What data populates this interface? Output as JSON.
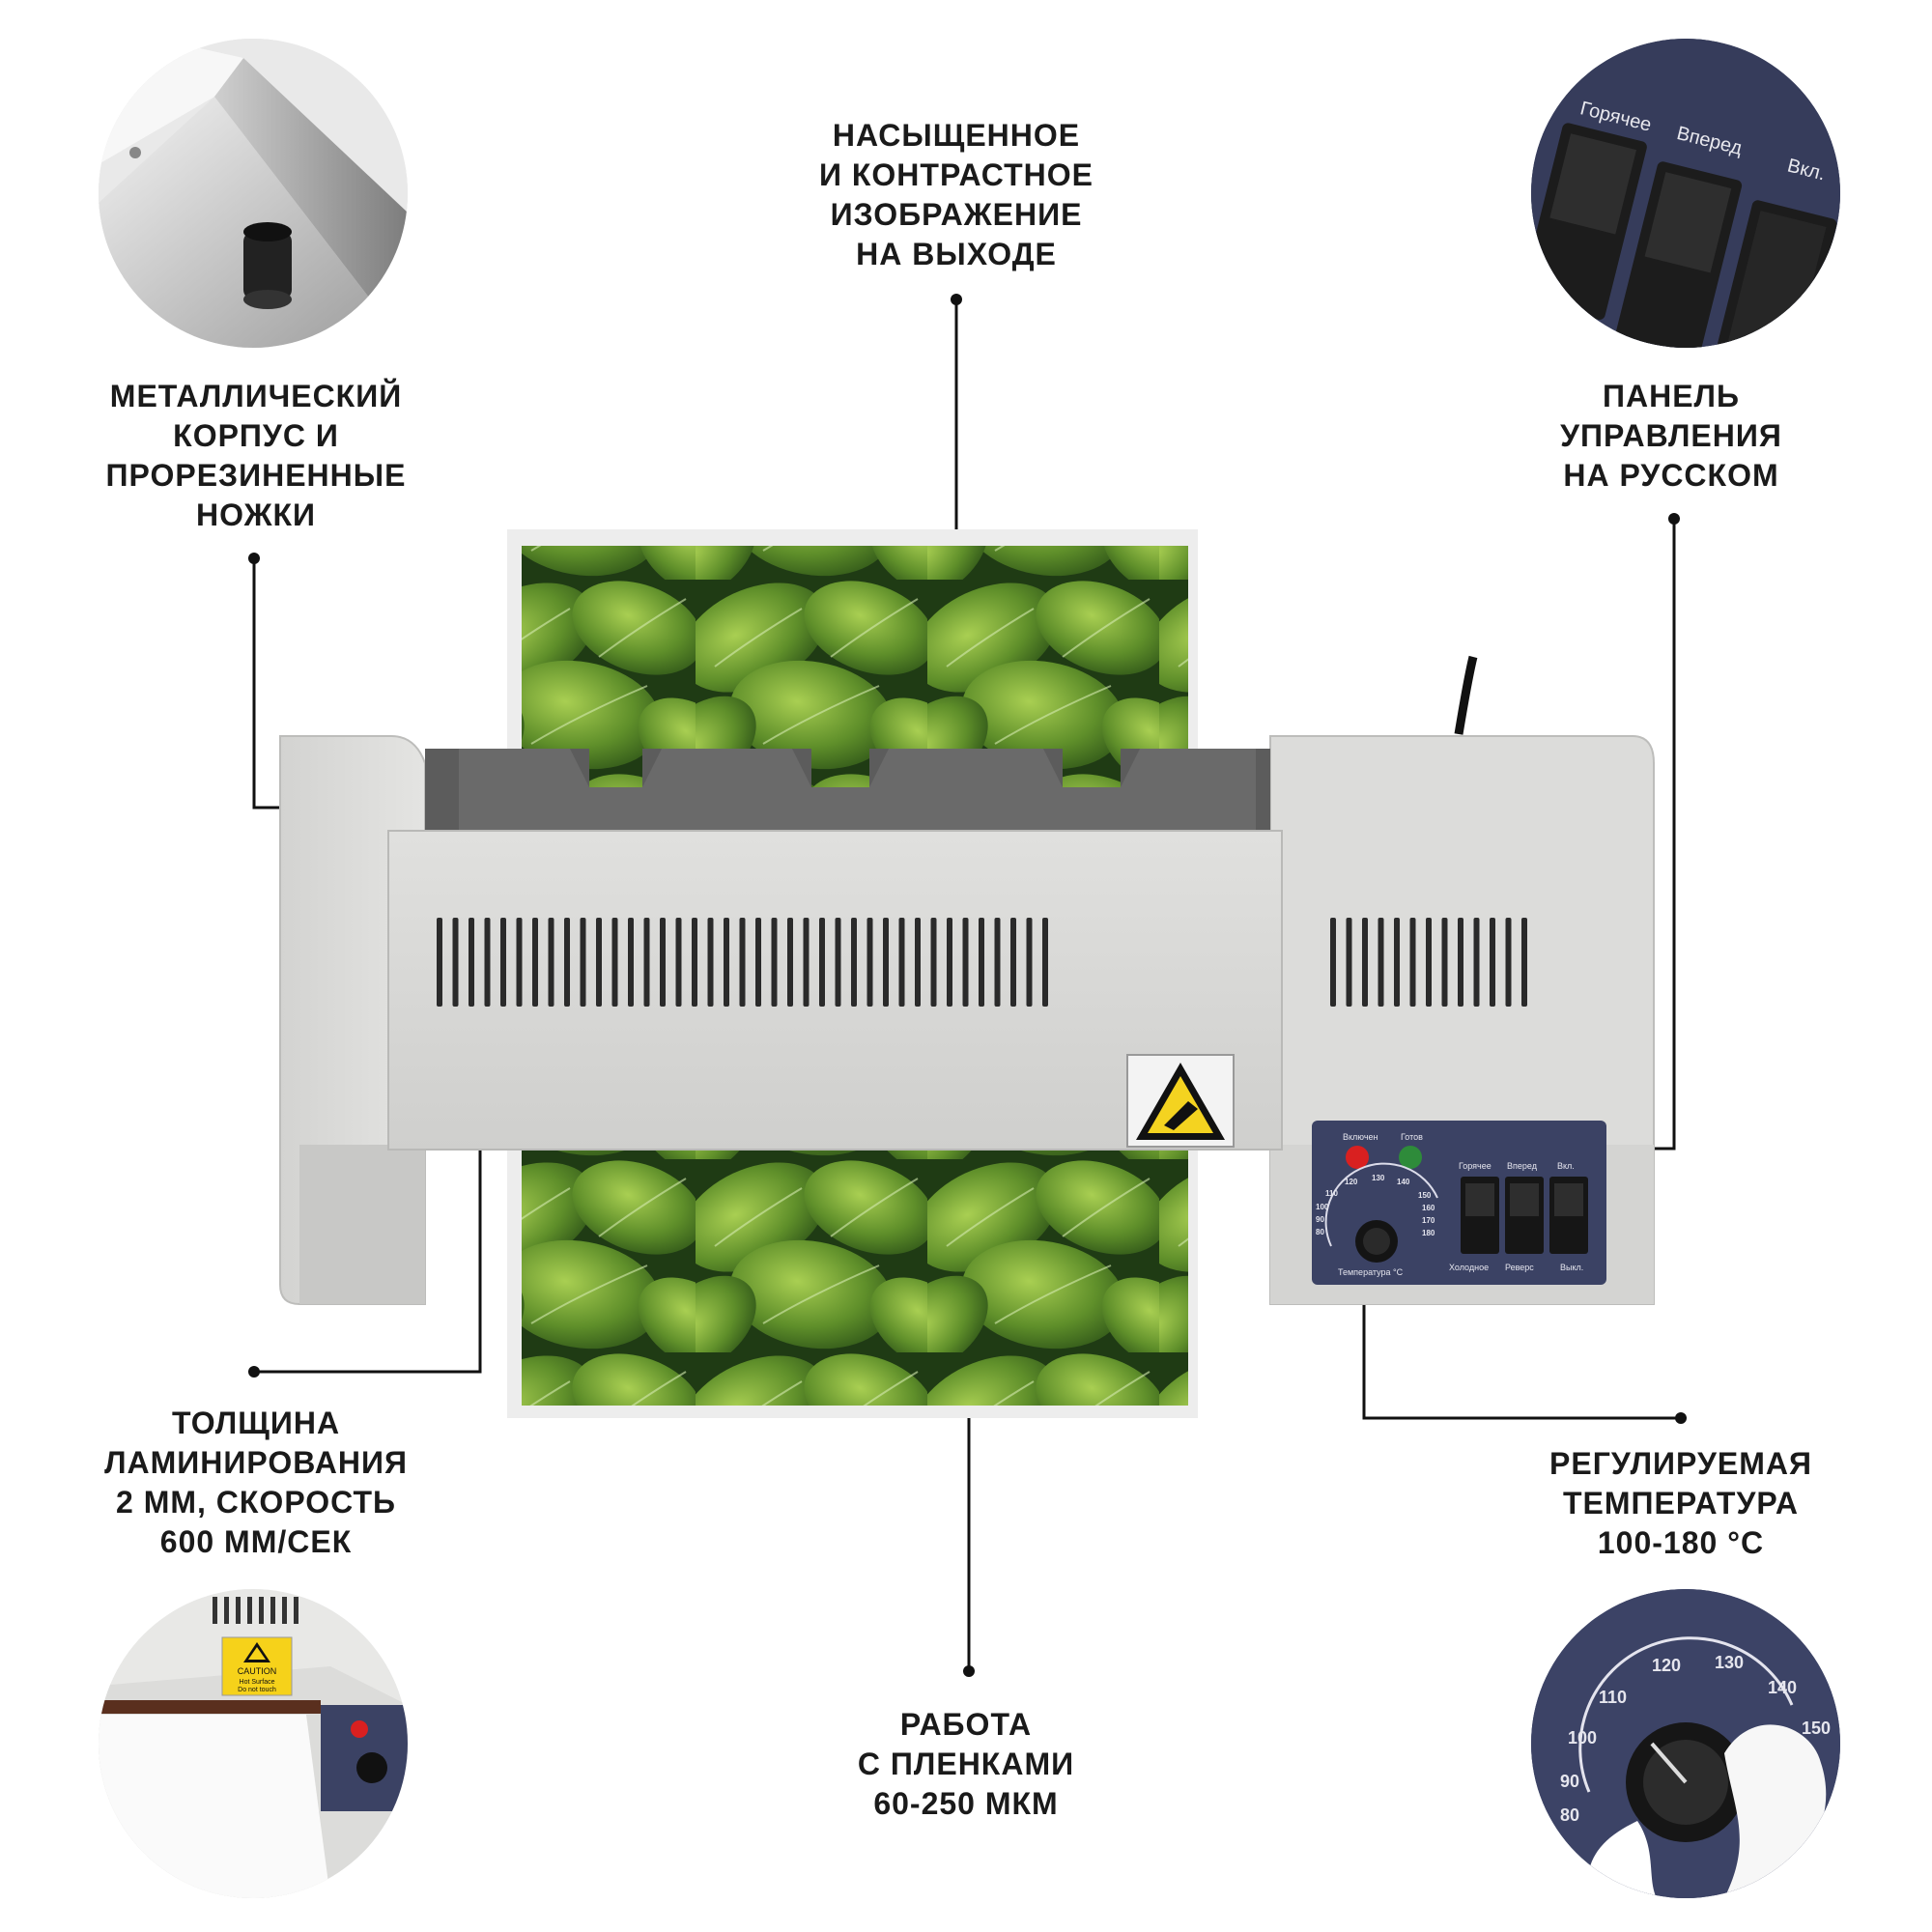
{
  "callouts": {
    "top_center": "НАСЫЩЕННОЕ\nИ КОНТРАСТНОЕ\nИЗОБРАЖЕНИЕ\nНА ВЫХОДЕ",
    "top_left": "МЕТАЛЛИЧЕСКИЙ\nКОРПУС И\nПРОРЕЗИНЕННЫЕ\nНОЖКИ",
    "top_right": "ПАНЕЛЬ\nУПРАВЛЕНИЯ\nНА РУССКОМ",
    "bottom_left": "ТОЛЩИНА\nЛАМИНИРОВАНИЯ\n2 ММ, СКОРОСТЬ\n600 ММ/СЕК",
    "bottom_center": "РАБОТА\nС ПЛЕНКАМИ\n60-250 МКМ",
    "bottom_right": "РЕГУЛИРУЕМАЯ\nТЕМПЕРАТУРА\n100-180 °С"
  },
  "control_panel": {
    "led_on": "Включен",
    "led_ready": "Готов",
    "sw_hot": "Горячее",
    "sw_forward": "Вперед",
    "sw_power": "Вкл.",
    "sw_cold": "Холодное",
    "sw_reverse": "Реверс",
    "sw_off": "Выкл.",
    "temp_label": "Температура °С",
    "dial_ticks": [
      "80",
      "90",
      "100",
      "110",
      "120",
      "130",
      "140",
      "150",
      "160",
      "170",
      "180"
    ]
  },
  "zoom_panel": {
    "hot": "Горячее",
    "forward": "Вперед",
    "power": "Вкл."
  },
  "zoom_dial": {
    "ticks": [
      "80",
      "90",
      "100",
      "110",
      "120",
      "130",
      "140",
      "150"
    ]
  },
  "caution_label": {
    "line1": "CAUTION",
    "line2": "Hot Surface",
    "line3": "Do not touch"
  },
  "colors": {
    "body_grey": "#d6d6d4",
    "panel_navy": "#3b4264",
    "leaf_green": "#5f8f2a",
    "led_red": "#d92020",
    "led_green": "#2e8b3a"
  }
}
